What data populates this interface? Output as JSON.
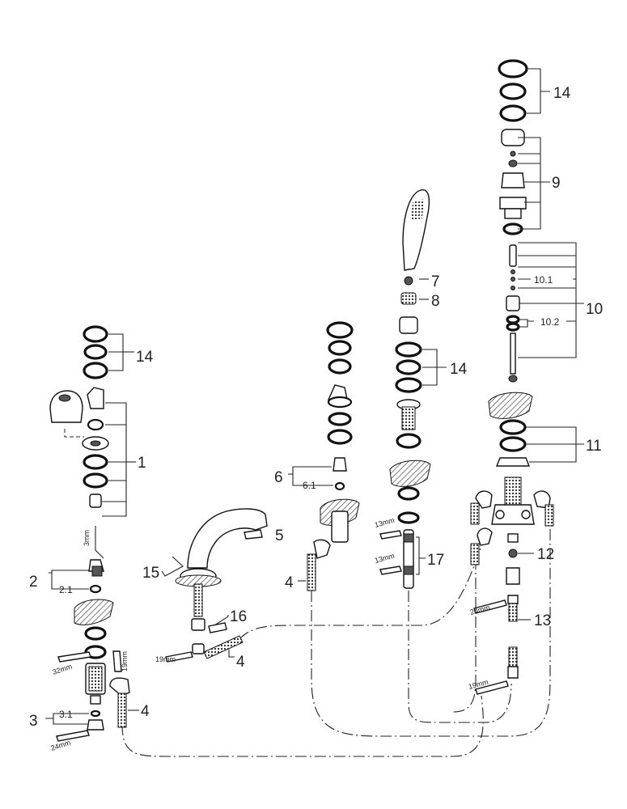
{
  "labels": {
    "l1": "1",
    "l2": "2",
    "l2_1": "2.1",
    "l3": "3",
    "l3_1": "3.1",
    "l4a": "4",
    "l4b": "4",
    "l4c": "4",
    "l5": "5",
    "l6": "6",
    "l6_1": "6.1",
    "l7": "7",
    "l8": "8",
    "l9": "9",
    "l10": "10",
    "l10_1": "10.1",
    "l10_2": "10.2",
    "l11": "11",
    "l12": "12",
    "l13": "13",
    "l14a": "14",
    "l14b": "14",
    "l14c": "14",
    "l15": "15",
    "l16": "16",
    "l17": "17"
  },
  "tool_sizes": {
    "t3mm": "3mm",
    "t32mm": "32mm",
    "t19mm_a": "19mm",
    "t24mm_a": "24mm",
    "t19mm_b": "19mm",
    "t13mm_a": "13mm",
    "t13mm_b": "13mm",
    "t24mm_b": "24mm",
    "t19mm_c": "19mm"
  }
}
